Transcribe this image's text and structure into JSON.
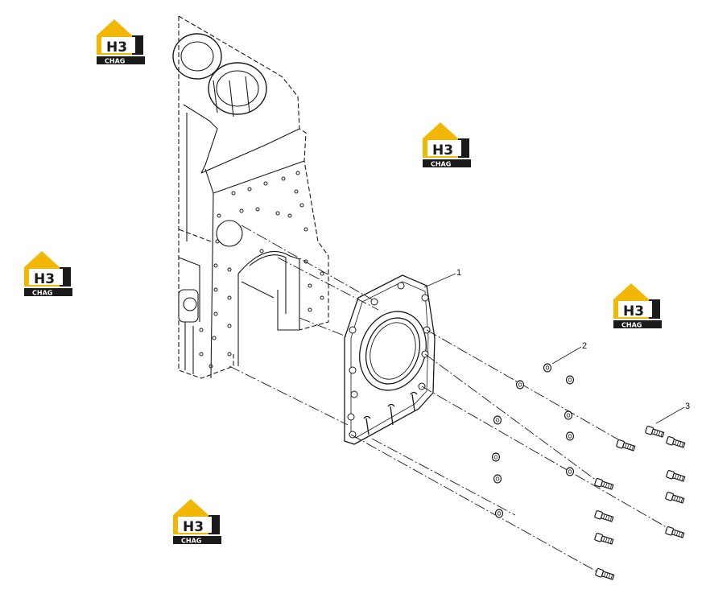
{
  "diagram": {
    "callouts": [
      {
        "id": "1",
        "label": "1"
      },
      {
        "id": "2",
        "label": "2"
      },
      {
        "id": "3",
        "label": "3"
      }
    ]
  },
  "watermark": {
    "brand_main": "H3",
    "brand_sub": "CHAG",
    "accent_color": "#f2b705",
    "dark_color": "#1a1a1a"
  },
  "colors": {
    "line": "#1a1a1a",
    "fill": "#ffffff"
  }
}
